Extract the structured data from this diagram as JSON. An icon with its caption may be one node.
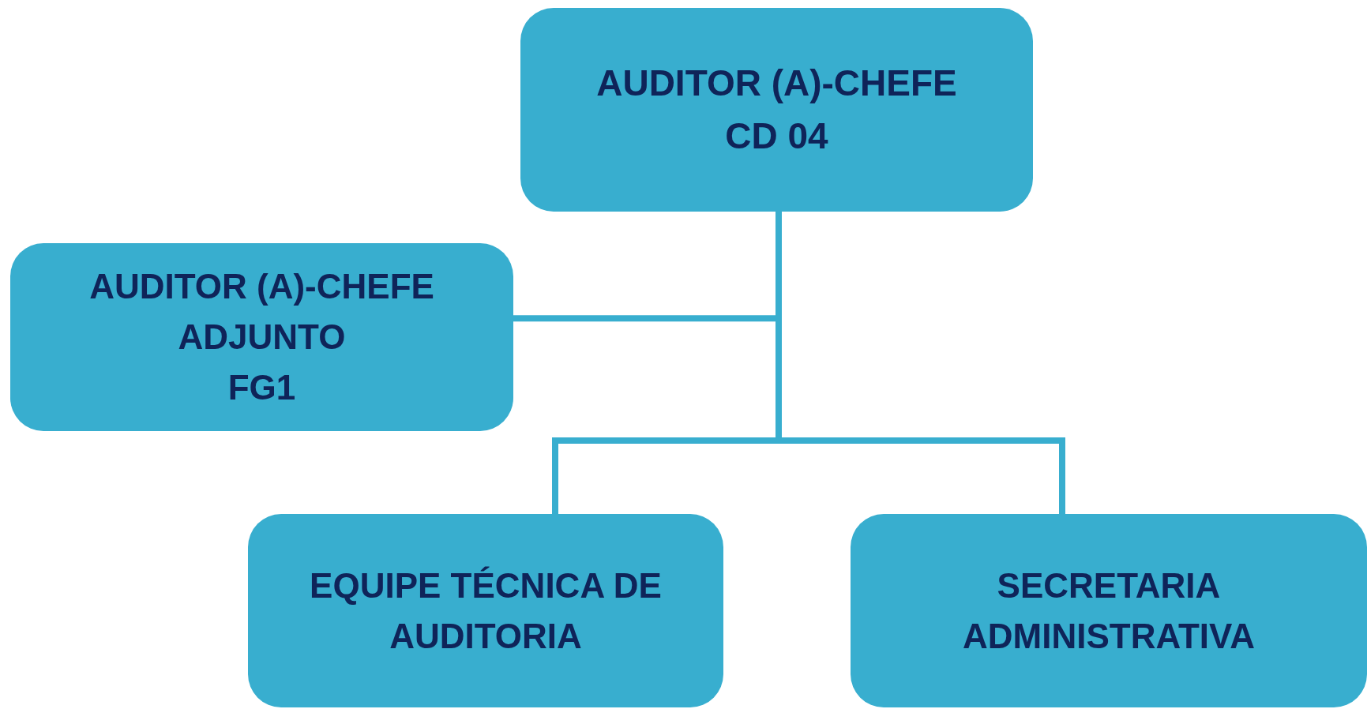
{
  "diagram": {
    "nodes": [
      {
        "text": [
          "AUDITOR (A)-CHEFE",
          "CD 04"
        ]
      },
      {
        "text": [
          "AUDITOR (A)-CHEFE ADJUNTO",
          "FG1"
        ]
      },
      {
        "text": [
          "EQUIPE TÉCNICA DE AUDITORIA"
        ]
      },
      {
        "text": [
          "SECRETARIA ADMINISTRATIVA"
        ]
      }
    ],
    "edges": [
      {
        "from": 0,
        "to": 1,
        "arrow": "none"
      },
      {
        "from": 0,
        "to": 2,
        "arrow": "none"
      },
      {
        "from": 0,
        "to": 3,
        "arrow": "none"
      }
    ]
  }
}
